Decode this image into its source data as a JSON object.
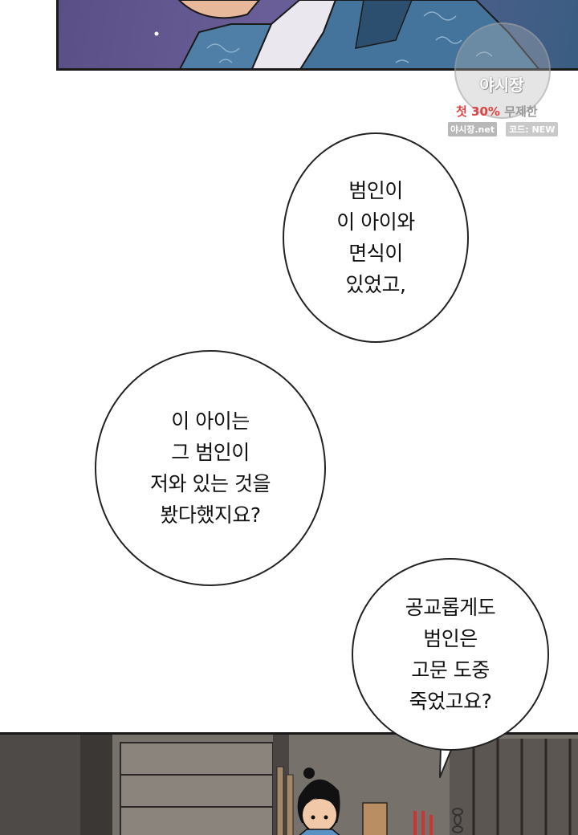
{
  "watermark": {
    "title": "야시장",
    "promo_prefix": "첫",
    "promo_percent": "30%",
    "promo_suffix": "무제한",
    "site": "야시장.net",
    "code": "코드: NEW"
  },
  "bubbles": [
    {
      "lines": [
        "범인이",
        "이 아이와",
        "면식이",
        "있었고,"
      ]
    },
    {
      "lines": [
        "이 아이는",
        "그 범인이",
        "저와 있는 것을",
        "봤다했지요?"
      ]
    },
    {
      "lines": [
        "공교롭게도",
        "범인은",
        "고문 도중",
        "죽었고요?"
      ]
    }
  ],
  "colors": {
    "top_panel": "#5a4f86",
    "robe": "#4f7fa6",
    "bottom_panel": "#6e6a66",
    "watermark_red": "#dd4444"
  }
}
